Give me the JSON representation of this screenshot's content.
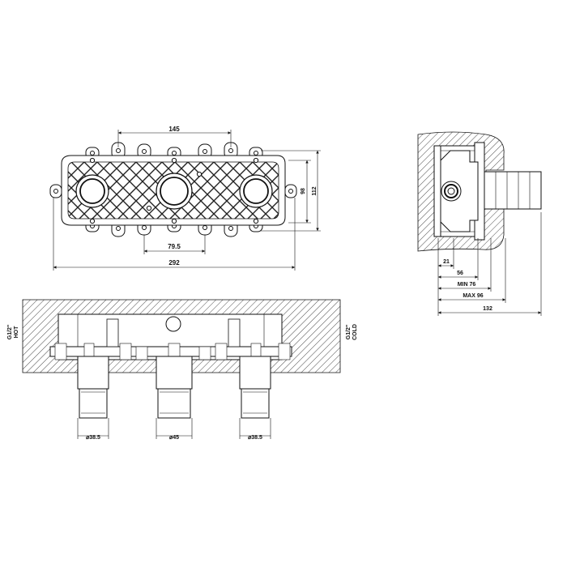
{
  "dimensions": {
    "front_top_spacing": "145",
    "front_height_inner": "98",
    "front_height_outer": "112",
    "front_bottom_spacing": "79.5",
    "front_total_width": "292",
    "side_21": "21",
    "side_56": "56",
    "side_min": "MIN 76",
    "side_max": "MAX 96",
    "side_total": "132",
    "dia_left": "⌀38.5",
    "dia_center": "⌀45",
    "dia_right": "⌀38.5"
  },
  "connections": {
    "hot_size": "G1/2\"",
    "hot_label": "HOT",
    "cold_size": "G1/2\"",
    "cold_label": "COLD"
  }
}
